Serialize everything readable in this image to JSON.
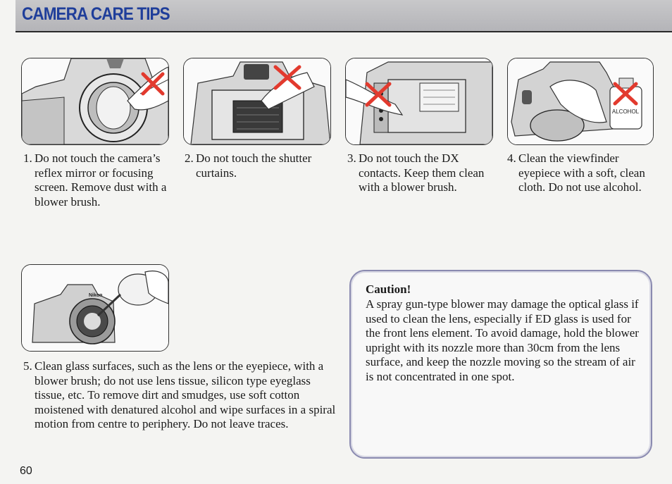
{
  "header": {
    "title": "CAMERA CARE TIPS"
  },
  "steps": [
    {
      "num": "1.",
      "text": "Do not touch the camera’s reflex mirror or focusing screen. Remove dust with a blower brush."
    },
    {
      "num": "2.",
      "text": "Do not touch the shutter curtains."
    },
    {
      "num": "3.",
      "text": "Do not touch the DX contacts. Keep them clean with a blower brush."
    },
    {
      "num": "4.",
      "text": "Clean the viewfinder eyepiece with a soft, clean cloth. Do not use alcohol."
    },
    {
      "num": "5.",
      "text": "Clean glass surfaces, such as the lens or the eyepiece, with a blower brush; do not use lens tissue, silicon type eyeglass tissue, etc. To remove dirt and smudges, use soft cotton moistened with denatured alcohol and wipe surfaces in a spiral motion from centre to periphery. Do not leave traces."
    }
  ],
  "illustrations": {
    "bottle_label": "ALCOHOL",
    "lens_brand": "Nikon"
  },
  "caution": {
    "title": "Caution!",
    "text": "A spray gun-type blower may damage the optical glass if used to clean the lens, especially if ED glass is used for the front lens element. To avoid damage, hold the blower upright with its nozzle more than 30cm from the lens surface, and keep the nozzle moving so the stream of air is not concentrated in one spot."
  },
  "page_number": "60",
  "colors": {
    "title_blue": "#1f3e9a",
    "cross_red": "#e23a2e",
    "header_gray": "#bebec2"
  }
}
